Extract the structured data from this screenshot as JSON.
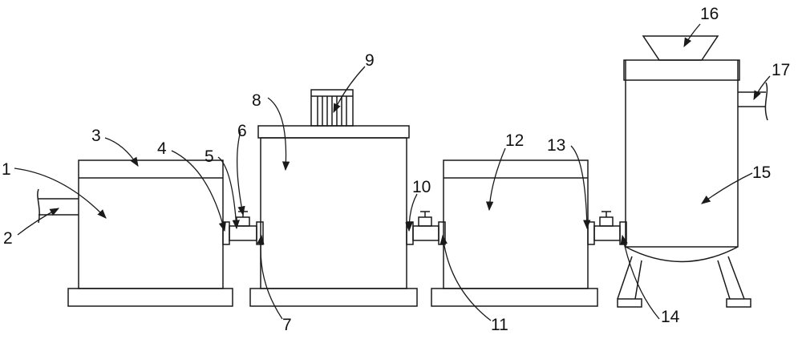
{
  "diagram": {
    "colors": {
      "line": "#1a1a1a",
      "background": "#ffffff"
    },
    "labels": [
      {
        "id": "1",
        "text": "1"
      },
      {
        "id": "2",
        "text": "2"
      },
      {
        "id": "3",
        "text": "3"
      },
      {
        "id": "4",
        "text": "4"
      },
      {
        "id": "5",
        "text": "5"
      },
      {
        "id": "6",
        "text": "6"
      },
      {
        "id": "7",
        "text": "7"
      },
      {
        "id": "8",
        "text": "8"
      },
      {
        "id": "9",
        "text": "9"
      },
      {
        "id": "10",
        "text": "10"
      },
      {
        "id": "11",
        "text": "11"
      },
      {
        "id": "12",
        "text": "12"
      },
      {
        "id": "13",
        "text": "13"
      },
      {
        "id": "14",
        "text": "14"
      },
      {
        "id": "15",
        "text": "15"
      },
      {
        "id": "16",
        "text": "16"
      },
      {
        "id": "17",
        "text": "17"
      }
    ]
  }
}
